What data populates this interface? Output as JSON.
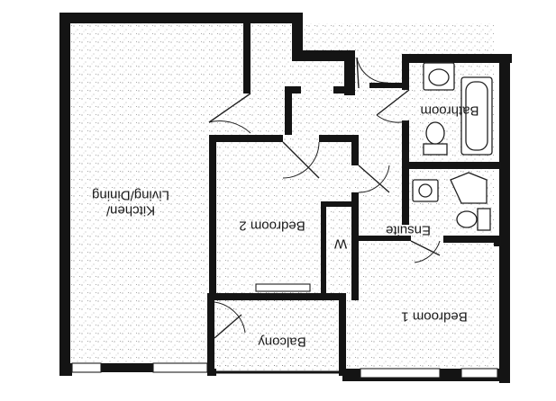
{
  "plan": {
    "rooms": {
      "kitchen_living_dining": "Kitchen/\nLiving/Dining",
      "bedroom_2": "Bedroom 2",
      "wardrobe": "W",
      "ensuite": "Ensuite",
      "bathroom": "Bathroom",
      "bedroom_1": "Bedroom 1",
      "balcony": "Balcony"
    },
    "orientation": "rotated-180",
    "colors": {
      "wall": "#141414",
      "floor_speckle": "#8a8a8a",
      "background": "#ffffff"
    }
  }
}
